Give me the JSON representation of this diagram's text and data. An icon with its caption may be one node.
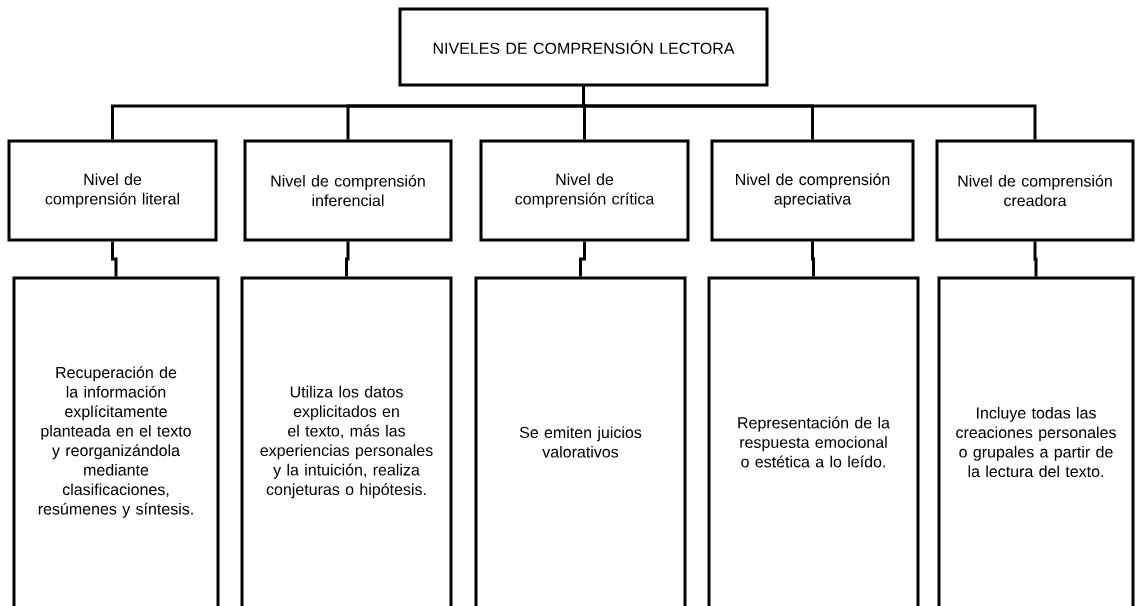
{
  "diagram": {
    "nodes": [
      {
        "text": [
          "NIVELES DE COMPRENSIÓN LECTORA"
        ]
      },
      {
        "text": [
          "Nivel de comprensión literal"
        ]
      },
      {
        "text": [
          "Nivel de comprensión inferencial"
        ]
      },
      {
        "text": [
          "Nivel de comprensión crítica"
        ]
      },
      {
        "text": [
          "Nivel de comprensión apreciativa"
        ]
      },
      {
        "text": [
          "Nivel de comprensión creadora"
        ]
      },
      {
        "text": [
          "Recuperación de la información explícitamente planteada en el texto y reorganizándola mediante clasificaciones, resúmenes y síntesis."
        ]
      },
      {
        "text": [
          "Utiliza los datos explicitados en el texto, más las experiencias personales y la intuición, realiza conjeturas o hipótesis."
        ]
      },
      {
        "text": [
          "Se emiten juicios valorativos"
        ]
      },
      {
        "text": [
          "Representación de la respuesta emocional o estética a lo leído."
        ]
      },
      {
        "text": [
          "Incluye todas las creaciones personales o grupales a partir de la lectura del texto."
        ]
      }
    ],
    "edges": [
      {
        "from": 0,
        "to": 1,
        "arrow": "none"
      },
      {
        "from": 0,
        "to": 2,
        "arrow": "none"
      },
      {
        "from": 0,
        "to": 3,
        "arrow": "none"
      },
      {
        "from": 0,
        "to": 4,
        "arrow": "none"
      },
      {
        "from": 0,
        "to": 5,
        "arrow": "none"
      },
      {
        "from": 1,
        "to": 6,
        "arrow": "none"
      },
      {
        "from": 2,
        "to": 7,
        "arrow": "none"
      },
      {
        "from": 3,
        "to": 8,
        "arrow": "none"
      },
      {
        "from": 4,
        "to": 9,
        "arrow": "none"
      },
      {
        "from": 5,
        "to": 10,
        "arrow": "none"
      }
    ]
  }
}
